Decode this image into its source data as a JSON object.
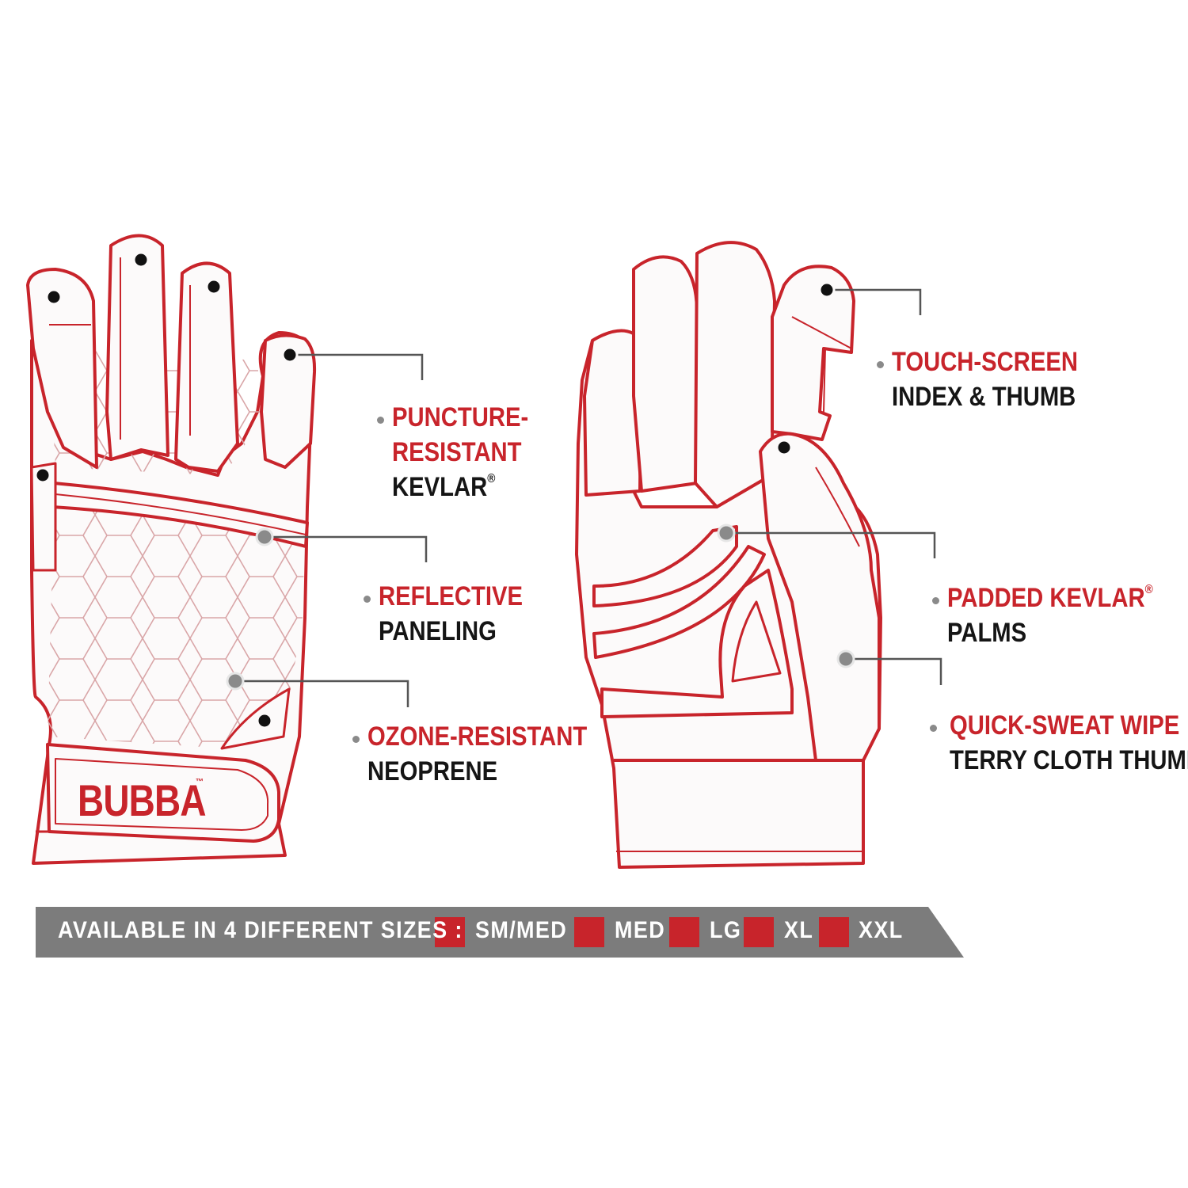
{
  "colors": {
    "accent": "#c8242b",
    "glove_fill": "#fcfafa",
    "pattern": "#d9a6a8",
    "leader": "#555555",
    "marker_gray": "#8a8a8a",
    "banner": "#7c7c7c",
    "banner_text": "#ffffff",
    "label_dark": "#151515"
  },
  "brand": {
    "logo_text": "BUBBA",
    "logo_tm": "™"
  },
  "features": {
    "puncture": {
      "line1": "PUNCTURE-",
      "line2": "RESISTANT",
      "line3": "KEVLAR",
      "reg": "®"
    },
    "reflective": {
      "line1": "REFLECTIVE",
      "line2": "PANELING"
    },
    "ozone": {
      "line1": "OZONE-RESISTANT",
      "line2": "NEOPRENE"
    },
    "touch": {
      "line1": "TOUCH-SCREEN",
      "line2": "INDEX & THUMB"
    },
    "padded": {
      "line1": "PADDED KEVLAR",
      "reg": "®",
      "line2": "PALMS"
    },
    "sweat": {
      "line1": "QUICK-SWEAT WIPE",
      "line2": "TERRY CLOTH THUMB"
    }
  },
  "sizes": {
    "label": "AVAILABLE IN 4 DIFFERENT SIZES :",
    "options": [
      "SM/MED",
      "MED",
      "LG",
      "XL",
      "XXL"
    ]
  }
}
